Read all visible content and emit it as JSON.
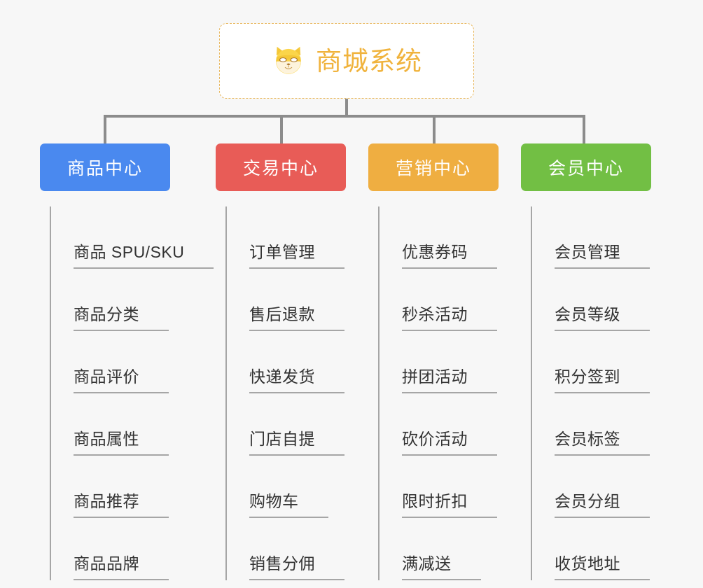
{
  "root": {
    "title": "商城系统",
    "icon": "shiba-inu-icon",
    "color": "#f0b33d",
    "border_color": "#e8b860"
  },
  "connector_color": "#8c8c8c",
  "branches": [
    {
      "label": "商品中心",
      "color": "#4a89ef",
      "items": [
        "商品 SPU/SKU",
        "商品分类",
        "商品评价",
        "商品属性",
        "商品推荐",
        "商品品牌"
      ]
    },
    {
      "label": "交易中心",
      "color": "#e85c57",
      "items": [
        "订单管理",
        "售后退款",
        "快递发货",
        "门店自提",
        "购物车",
        "销售分佣"
      ]
    },
    {
      "label": "营销中心",
      "color": "#efae41",
      "items": [
        "优惠券码",
        "秒杀活动",
        "拼团活动",
        "砍价活动",
        "限时折扣",
        "满减送"
      ]
    },
    {
      "label": "会员中心",
      "color": "#72bf44",
      "items": [
        "会员管理",
        "会员等级",
        "积分签到",
        "会员标签",
        "会员分组",
        "收货地址"
      ]
    }
  ]
}
